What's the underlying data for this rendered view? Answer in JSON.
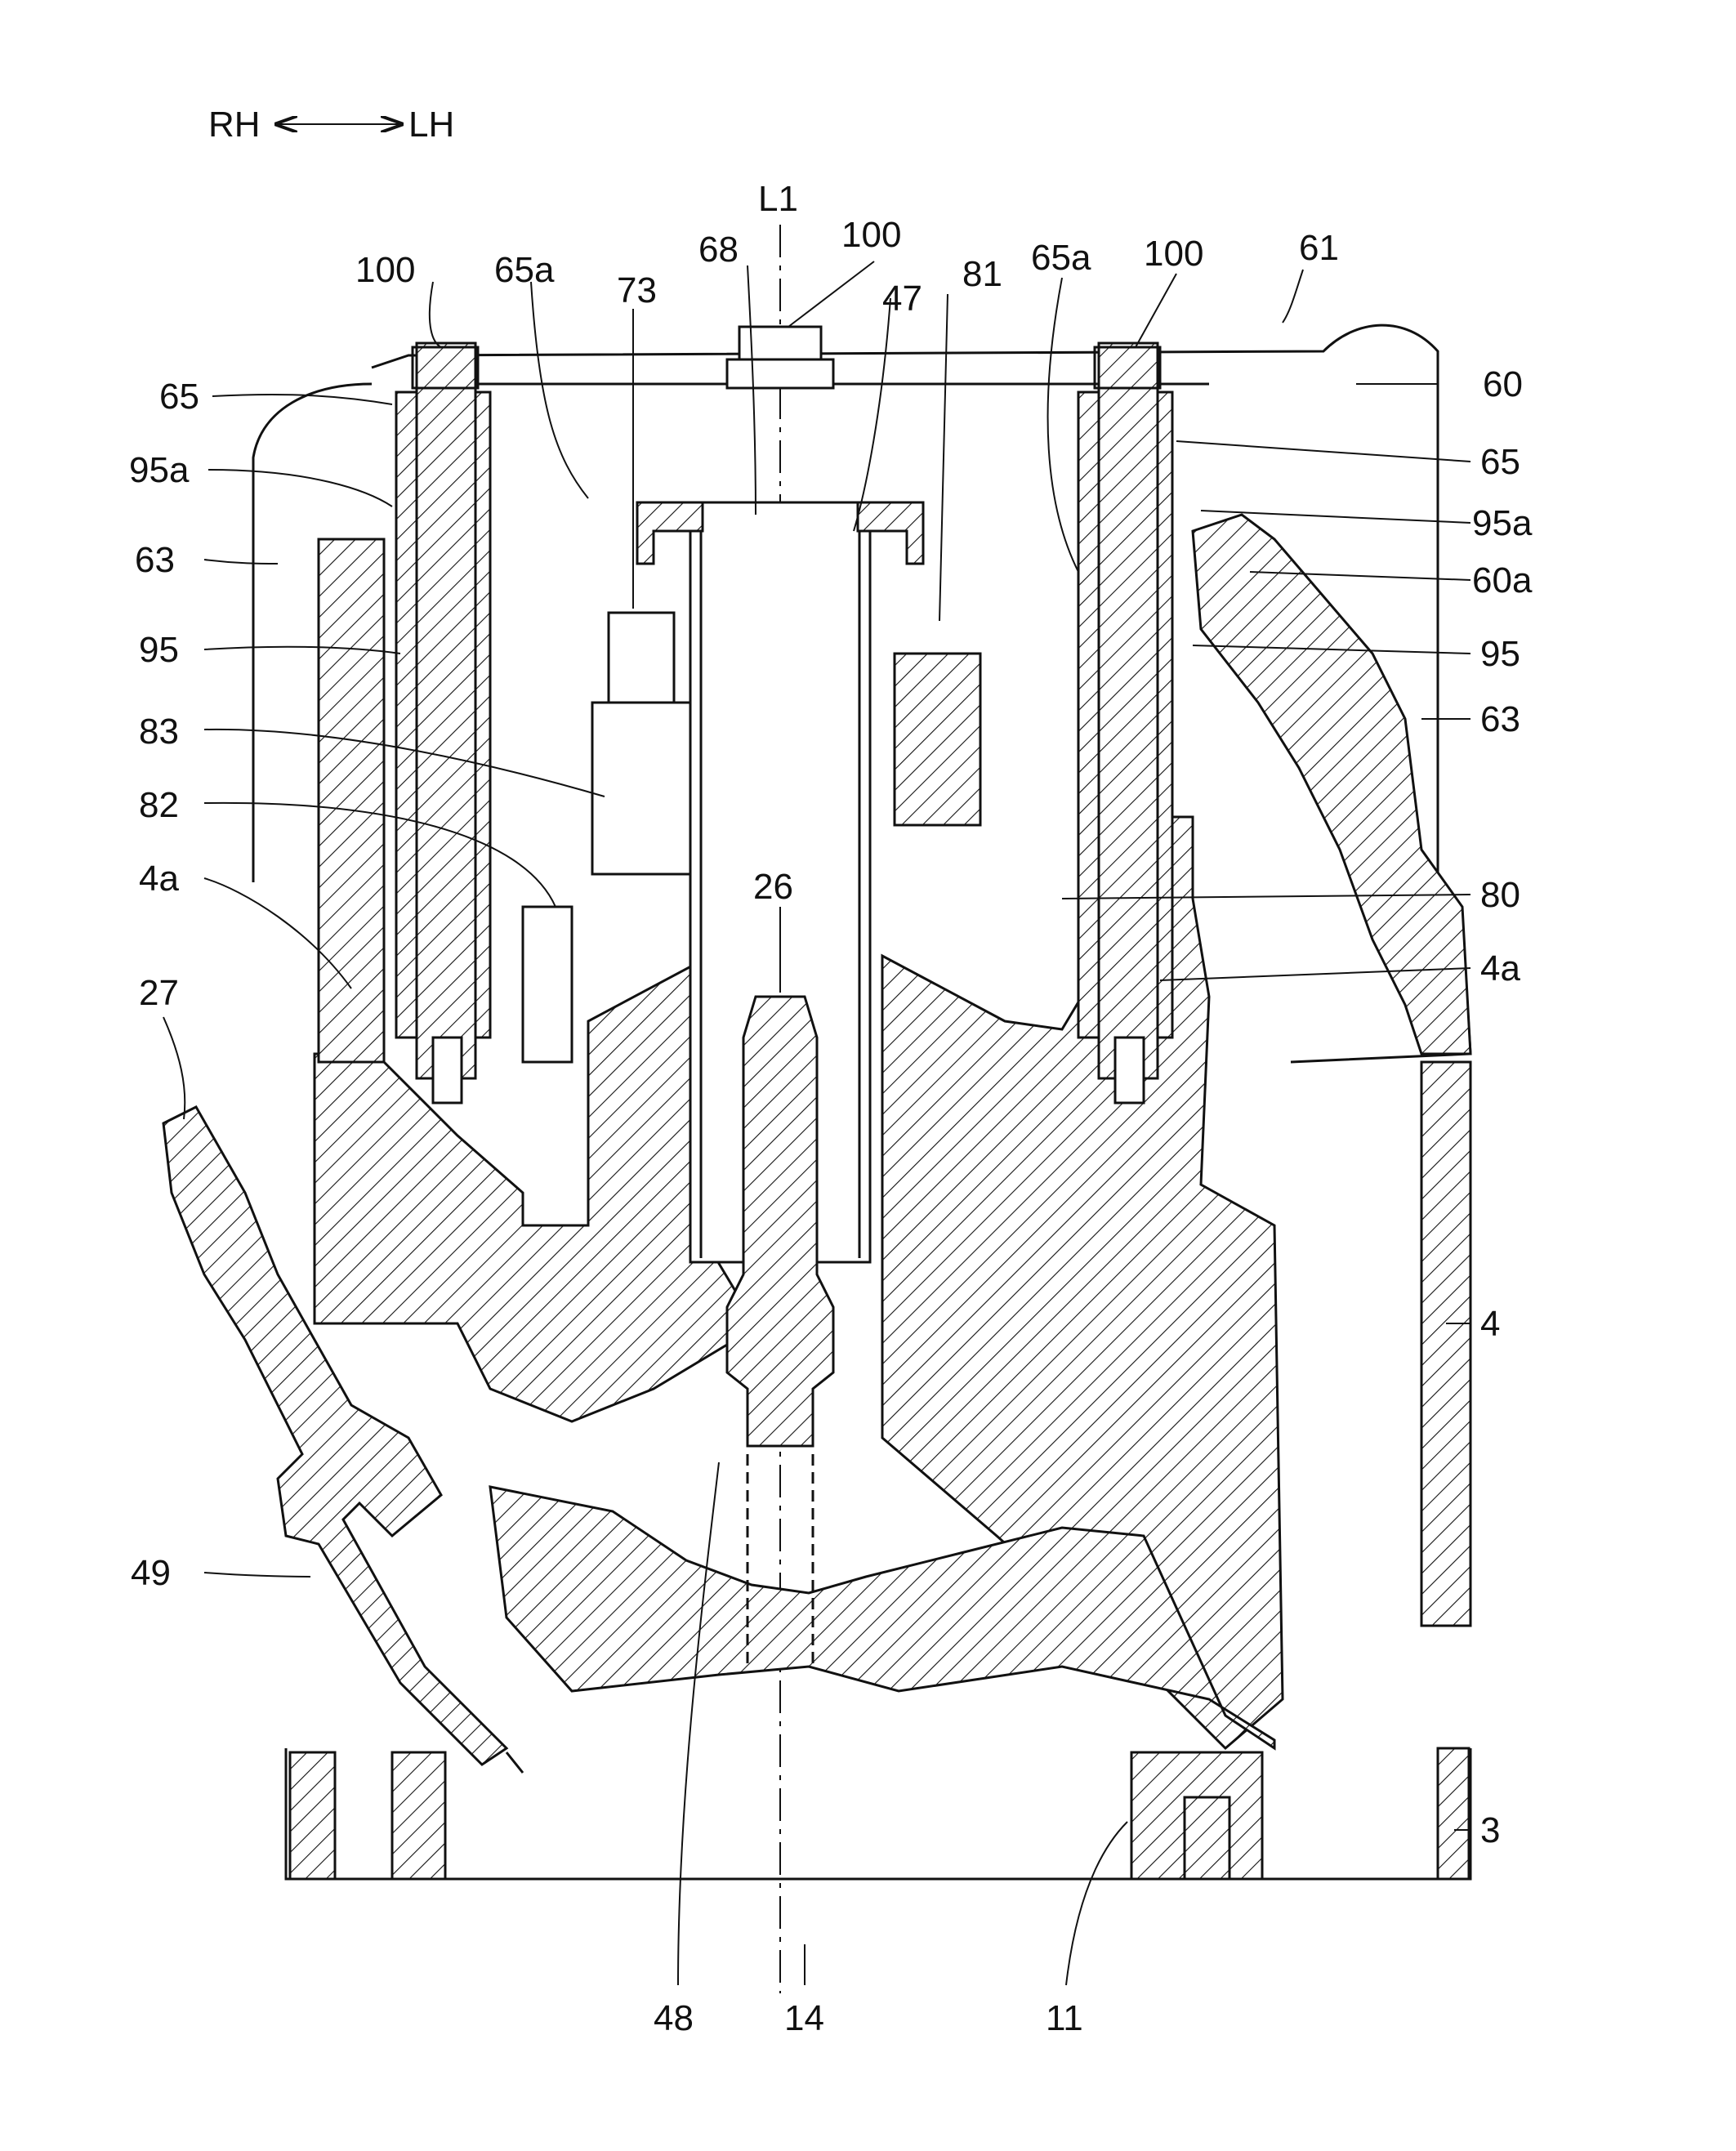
{
  "direction": {
    "left": "RH",
    "right": "LH"
  },
  "axis_label": "L1",
  "labels": [
    {
      "id": "100-left",
      "text": "100"
    },
    {
      "id": "65a-left",
      "text": "65a"
    },
    {
      "id": "73",
      "text": "73"
    },
    {
      "id": "68",
      "text": "68"
    },
    {
      "id": "100-center",
      "text": "100"
    },
    {
      "id": "47",
      "text": "47"
    },
    {
      "id": "81",
      "text": "81"
    },
    {
      "id": "65a-right",
      "text": "65a"
    },
    {
      "id": "100-right",
      "text": "100"
    },
    {
      "id": "61",
      "text": "61"
    },
    {
      "id": "60",
      "text": "60"
    },
    {
      "id": "65-left",
      "text": "65"
    },
    {
      "id": "95a-left",
      "text": "95a"
    },
    {
      "id": "63-left",
      "text": "63"
    },
    {
      "id": "95-left",
      "text": "95"
    },
    {
      "id": "83",
      "text": "83"
    },
    {
      "id": "82",
      "text": "82"
    },
    {
      "id": "4a-left",
      "text": "4a"
    },
    {
      "id": "27",
      "text": "27"
    },
    {
      "id": "26",
      "text": "26"
    },
    {
      "id": "49",
      "text": "49"
    },
    {
      "id": "65-right",
      "text": "65"
    },
    {
      "id": "95a-right",
      "text": "95a"
    },
    {
      "id": "60a",
      "text": "60a"
    },
    {
      "id": "95-right",
      "text": "95"
    },
    {
      "id": "63-right",
      "text": "63"
    },
    {
      "id": "80",
      "text": "80"
    },
    {
      "id": "4a-right",
      "text": "4a"
    },
    {
      "id": "4",
      "text": "4"
    },
    {
      "id": "3",
      "text": "3"
    },
    {
      "id": "48",
      "text": "48"
    },
    {
      "id": "14",
      "text": "14"
    },
    {
      "id": "11",
      "text": "11"
    }
  ]
}
